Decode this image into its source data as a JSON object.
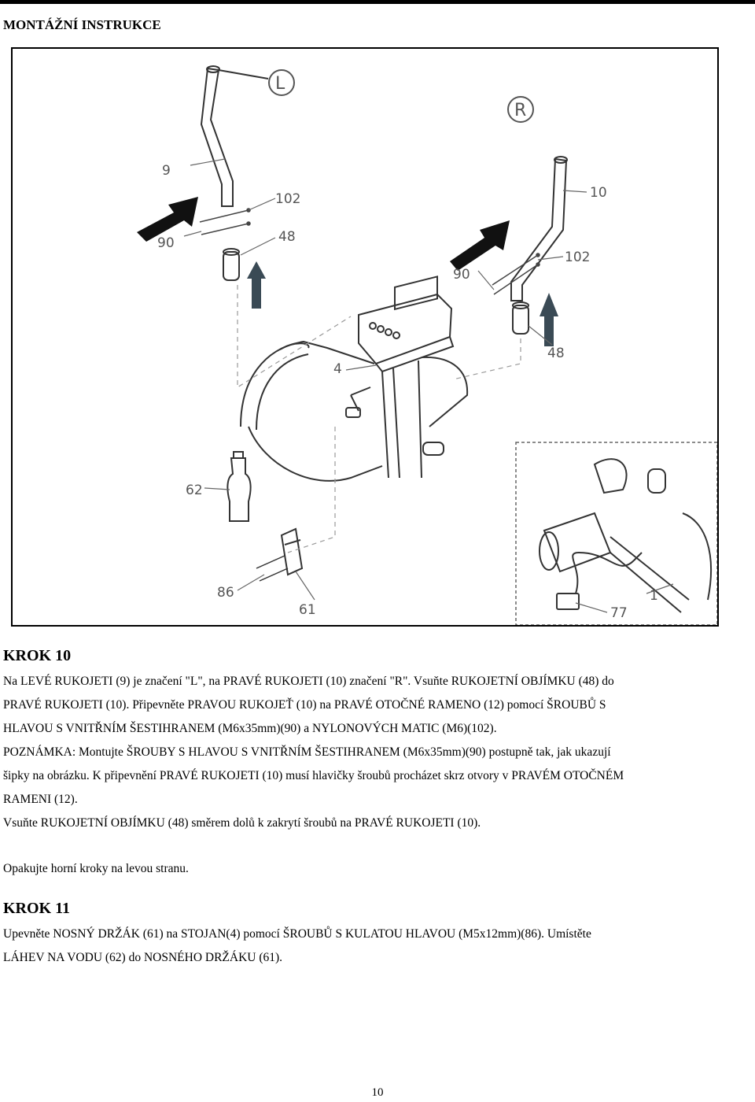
{
  "header": {
    "title": "MONTÁŽNÍ INSTRUKCE"
  },
  "figure": {
    "callouts": {
      "left_marker": "L",
      "right_marker": "R",
      "p9": "9",
      "p102_left": "102",
      "p90_left": "90",
      "p48_left": "48",
      "p10": "10",
      "p102_right": "102",
      "p90_right": "90",
      "p48_right": "48",
      "p4": "4",
      "p62": "62",
      "p86": "86",
      "p61": "61",
      "p1": "1",
      "p77": "77"
    },
    "icons": [
      "direction-arrow",
      "up-arrow",
      "handlebar",
      "console",
      "water-bottle",
      "bottle-holder",
      "power-adapter"
    ]
  },
  "step10": {
    "heading": "KROK 10",
    "lines": [
      "Na LEVÉ RUKOJETI (9) je značení \"L\", na PRAVÉ RUKOJETI (10) značení \"R\".   Vsuňte RUKOJETNÍ OBJÍMKU (48) do",
      "PRAVÉ RUKOJETI (10). Připevněte PRAVOU RUKOJEŤ (10) na PRAVÉ OTOČNÉ RAMENO (12) pomocí ŠROUBŮ S",
      "HLAVOU S VNITŘNÍM ŠESTIHRANEM (M6x35mm)(90) a NYLONOVÝCH MATIC (M6)(102).",
      "POZNÁMKA: Montujte ŠROUBY S HLAVOU S VNITŘNÍM ŠESTIHRANEM (M6x35mm)(90) postupně tak, jak ukazují",
      "šipky na obrázku. K připevnění PRAVÉ RUKOJETI (10) musí hlavičky šroubů procházet skrz otvory v PRAVÉM OTOČNÉM",
      "RAMENI (12).",
      "Vsuňte RUKOJETNÍ OBJÍMKU (48) směrem dolů k zakrytí šroubů na PRAVÉ RUKOJETI (10)."
    ],
    "repeat_note": "Opakujte horní kroky na levou stranu."
  },
  "step11": {
    "heading": "KROK 11",
    "lines": [
      "Upevněte NOSNÝ DRŽÁK (61) na STOJAN(4) pomocí ŠROUBŮ S KULATOU HLAVOU (M5x12mm)(86). Umístěte",
      "LÁHEV NA VODU (62) do NOSNÉHO DRŽÁKU (61)."
    ]
  },
  "footer": {
    "page_number": "10"
  }
}
